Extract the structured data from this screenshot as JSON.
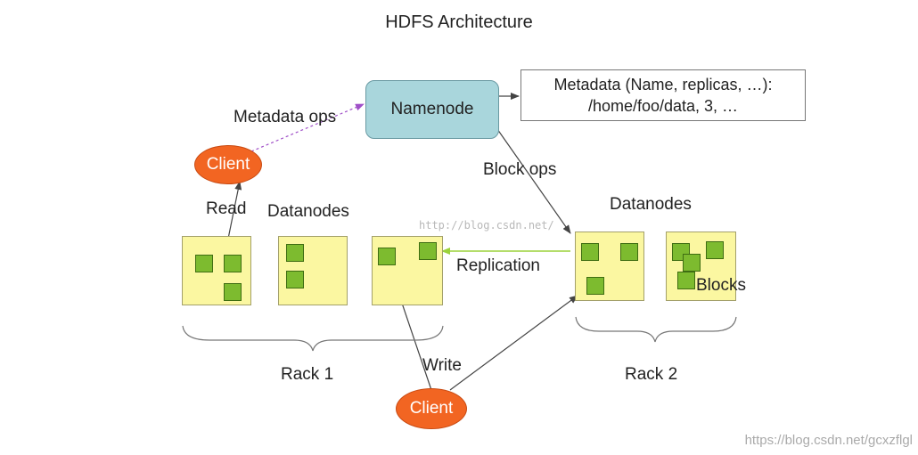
{
  "title": "HDFS Architecture",
  "namenode": {
    "label": "Namenode"
  },
  "metadata": {
    "line1": "Metadata (Name, replicas, …):",
    "line2": "/home/foo/data, 3, …"
  },
  "labels": {
    "metadata_ops": "Metadata ops",
    "block_ops": "Block ops",
    "read": "Read",
    "write": "Write",
    "replication": "Replication",
    "blocks": "Blocks",
    "datanodes_left": "Datanodes",
    "datanodes_right": "Datanodes",
    "rack1": "Rack 1",
    "rack2": "Rack 2"
  },
  "clients": {
    "top": "Client",
    "bottom": "Client"
  },
  "watermark": "http://blog.csdn.net/",
  "credit": "https://blog.csdn.net/gcxzflgl",
  "colors": {
    "namenode_fill": "#a9d6dc",
    "client_fill": "#f26522",
    "datanode_fill": "#fbf7a1",
    "block_fill": "#7dbb2f",
    "replication_line": "#9bd23a",
    "metadata_ops_line": "#a050c8"
  }
}
